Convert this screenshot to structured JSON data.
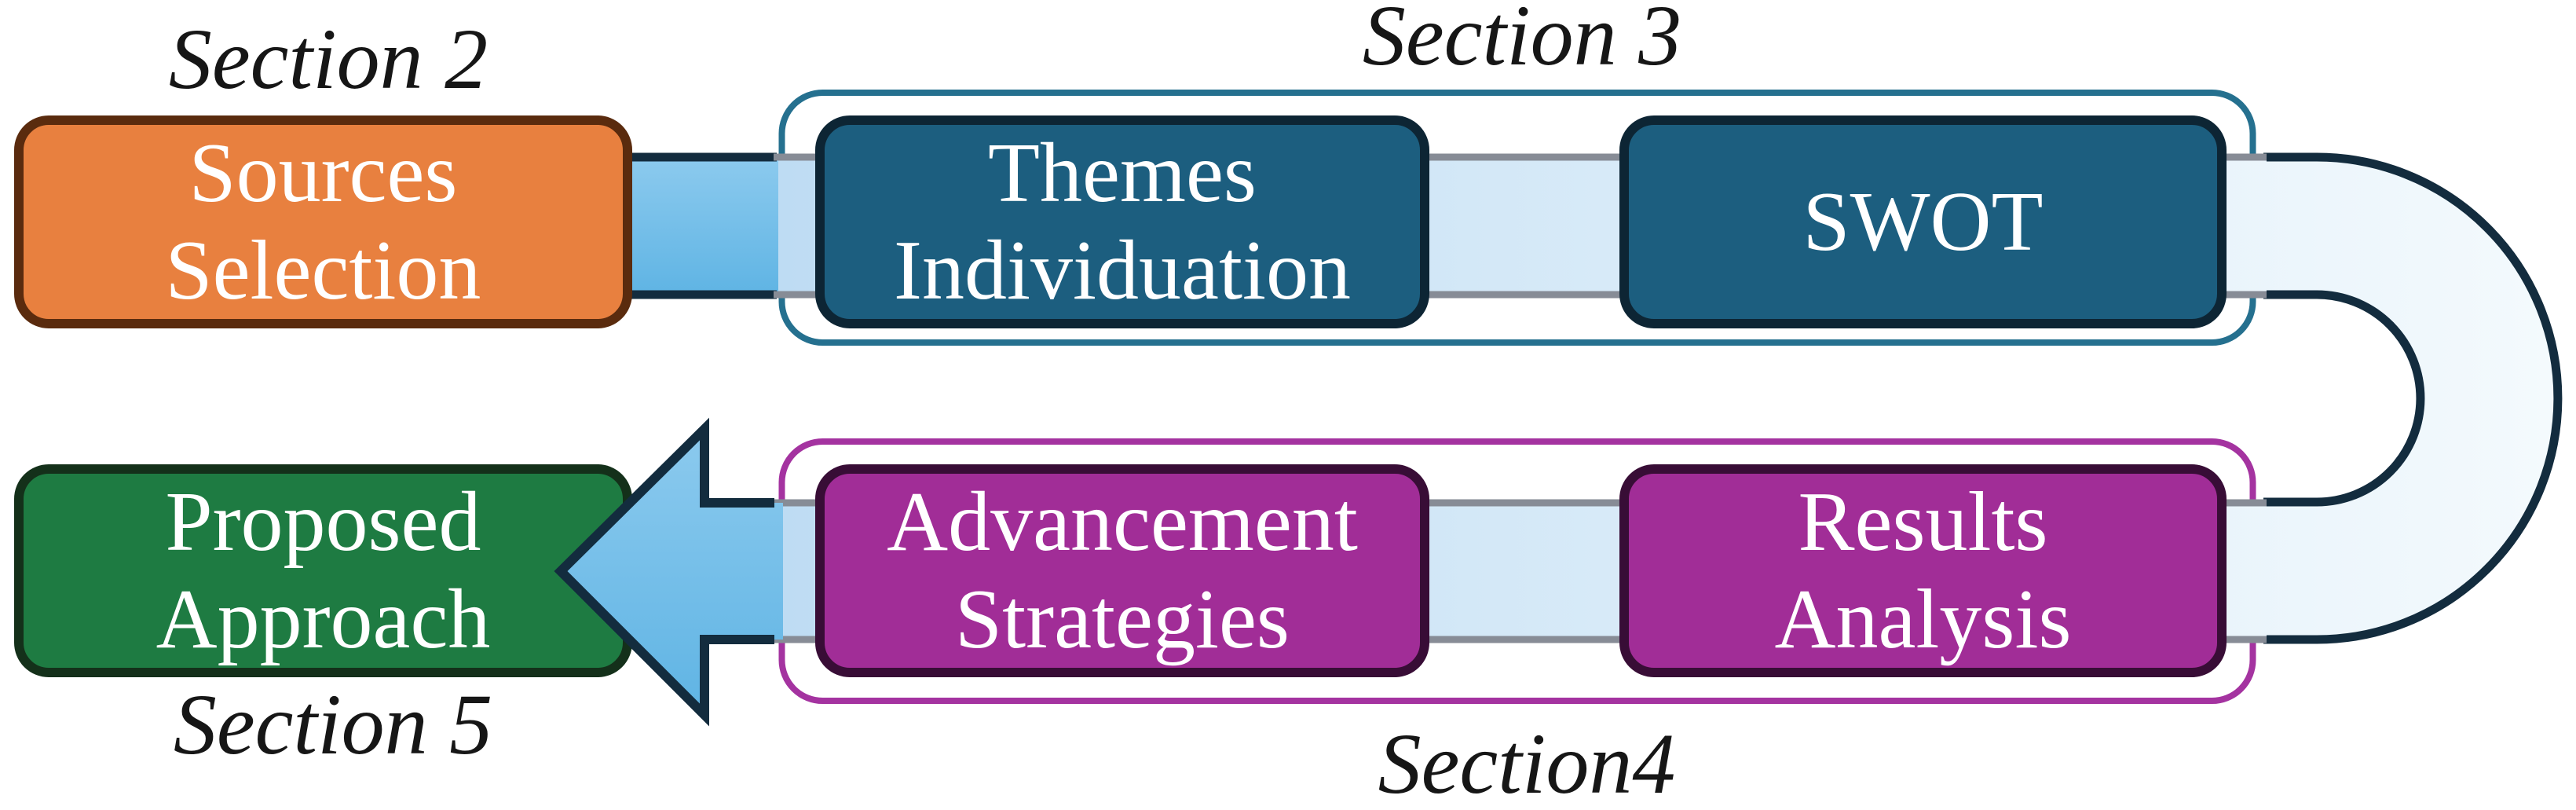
{
  "figure": {
    "type": "flow-diagram",
    "description": "Methodology flow: Sources Selection feeds Themes Individuation and SWOT (Section 3), looping back to Results Analysis and Advancement Strategies (Section 4), ending in Proposed Approach"
  },
  "labels": {
    "section2": "Section 2",
    "section3": "Section 3",
    "section4": "Section4",
    "section5": "Section 5"
  },
  "boxes": {
    "sources": {
      "lines": [
        "Sources",
        "Selection"
      ]
    },
    "themes": {
      "lines": [
        "Themes",
        "Individuation"
      ]
    },
    "swot": {
      "lines": [
        "SWOT"
      ]
    },
    "advancement": {
      "lines": [
        "Advancement",
        "Strategies"
      ]
    },
    "results": {
      "lines": [
        "Results",
        "Analysis"
      ]
    },
    "proposed": {
      "lines": [
        "Proposed",
        "Approach"
      ]
    }
  },
  "colors": {
    "background": "#ffffff",
    "label-text": "#161616",
    "box-text": "#ffffff",
    "orange-fill": "#e8803f",
    "orange-border": "#5a2b0e",
    "teal-fill": "#1c5e7f",
    "teal-border": "#0d2534",
    "teal-outline": "#25708f",
    "purple-fill": "#a12d97",
    "purple-border": "#380d36",
    "magenta-outline": "#a433a0",
    "green-fill": "#1e7b42",
    "green-border": "#14301a",
    "navy-edge": "#132c3e",
    "gray-edge": "#878c96",
    "band-blue-top": "#8ccaee",
    "band-blue-bottom": "#5fb4e4",
    "pale-left": "#bedcf3",
    "pale-right": "#f4fafd"
  }
}
